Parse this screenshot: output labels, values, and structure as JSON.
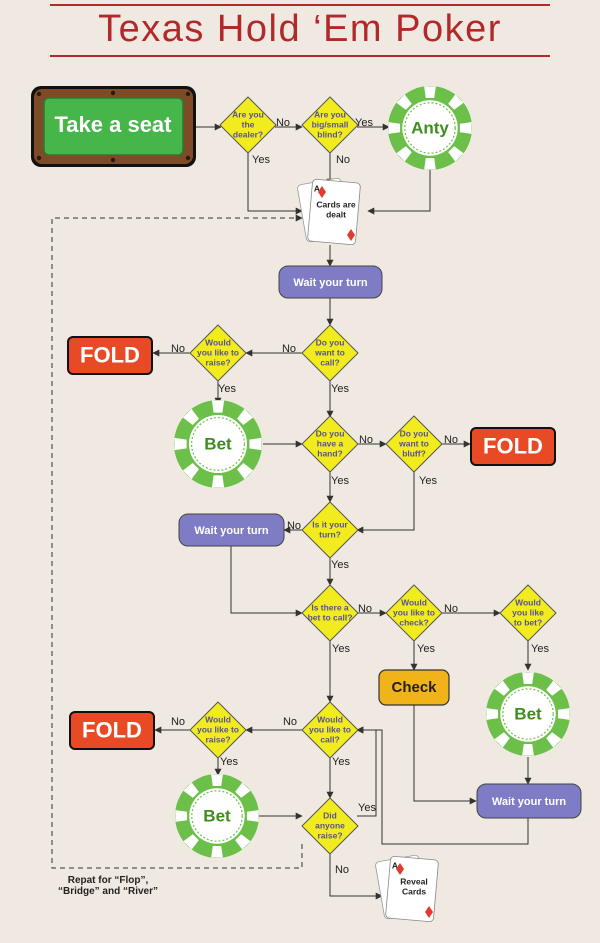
{
  "title": "Texas Hold ‘Em Poker",
  "start": "Take a seat",
  "decisions": {
    "dealer": [
      "Are you",
      "the",
      "dealer?"
    ],
    "blind": [
      "Are you",
      "big/small",
      "blind?"
    ],
    "call1": [
      "Do you",
      "want to",
      "call?"
    ],
    "raise1": [
      "Would",
      "you like to",
      "raise?"
    ],
    "hand": [
      "Do you",
      "have a",
      "hand?"
    ],
    "bluff": [
      "Do you",
      "want to",
      "bluff?"
    ],
    "turn": [
      "Is it your",
      "turn?"
    ],
    "betcall": [
      "Is there a",
      "bet to call?"
    ],
    "check": [
      "Would",
      "you like to",
      "check?"
    ],
    "tobet": [
      "Would",
      "you like",
      "to bet?"
    ],
    "call2": [
      "Would",
      "you like to",
      "call?"
    ],
    "raise2": [
      "Would",
      "you like to",
      "raise?"
    ],
    "anyone": [
      "Did",
      "anyone",
      "raise?"
    ]
  },
  "chips": {
    "anty": "Anty",
    "bet": "Bet"
  },
  "boxes": {
    "wait": "Wait your turn",
    "check": "Check"
  },
  "fold": "FOLD",
  "cards": {
    "dealt": [
      "Cards are",
      "dealt"
    ],
    "reveal": [
      "Reveal",
      "Cards"
    ]
  },
  "labels": {
    "yes": "Yes",
    "no": "No"
  },
  "note": [
    "Repat for “Flop”,",
    "“Bridge” and “River”"
  ],
  "colors": {
    "background": "#efe9e2",
    "title": "#b02a2a",
    "diamond": "#f2ec1f",
    "chip": "#6cc04a",
    "wait_box": "#7e7cc4",
    "check_box": "#f0b31a",
    "fold_box": "#e94a26",
    "table_felt": "#46b54a",
    "table_wood": "#7d4b28"
  }
}
